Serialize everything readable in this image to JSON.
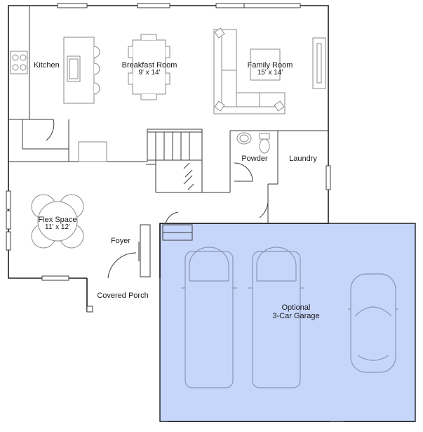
{
  "plan": {
    "rooms": {
      "kitchen": {
        "name": "Kitchen"
      },
      "breakfast": {
        "name": "Breakfast Room",
        "size": "9' x 14'"
      },
      "family": {
        "name": "Family Room",
        "size": "15' x 14'"
      },
      "powder": {
        "name": "Powder"
      },
      "laundry": {
        "name": "Laundry"
      },
      "flex": {
        "name": "Flex Space",
        "size": "11' x 12'"
      },
      "foyer": {
        "name": "Foyer"
      },
      "porch": {
        "name": "Covered Porch"
      },
      "garage": {
        "line1": "Optional",
        "line2": "3-Car Garage"
      }
    },
    "colors": {
      "garage_fill": "#c6d6fb",
      "wall": "#1e1e1e",
      "furniture": "#8a8a8a",
      "car": "#8a96b2"
    }
  }
}
